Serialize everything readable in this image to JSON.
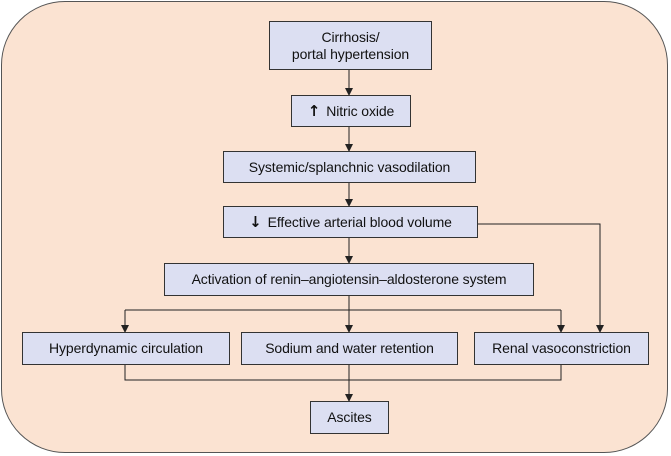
{
  "nodes": {
    "cirrhosis": {
      "label": "Cirrhosis/\nportal hypertension"
    },
    "nitric_oxide": {
      "arrow": "up-arrow-icon",
      "arrow_glyph": "↑",
      "label": "Nitric oxide"
    },
    "vasodilation": {
      "label": "Systemic/splanchnic vasodilation"
    },
    "blood_volume": {
      "arrow": "down-arrow-icon",
      "arrow_glyph": "↓",
      "label": "Effective arterial blood volume"
    },
    "raas": {
      "label": "Activation of renin–angiotensin–aldosterone system"
    },
    "hyperdynamic": {
      "label": "Hyperdynamic circulation"
    },
    "sodium_water": {
      "label": "Sodium and water retention"
    },
    "renal": {
      "label": "Renal vasoconstriction"
    },
    "ascites": {
      "label": "Ascites"
    }
  },
  "colors": {
    "background_panel": "#fbe3d2",
    "box_fill": "#dcdff2",
    "line": "#222222"
  }
}
